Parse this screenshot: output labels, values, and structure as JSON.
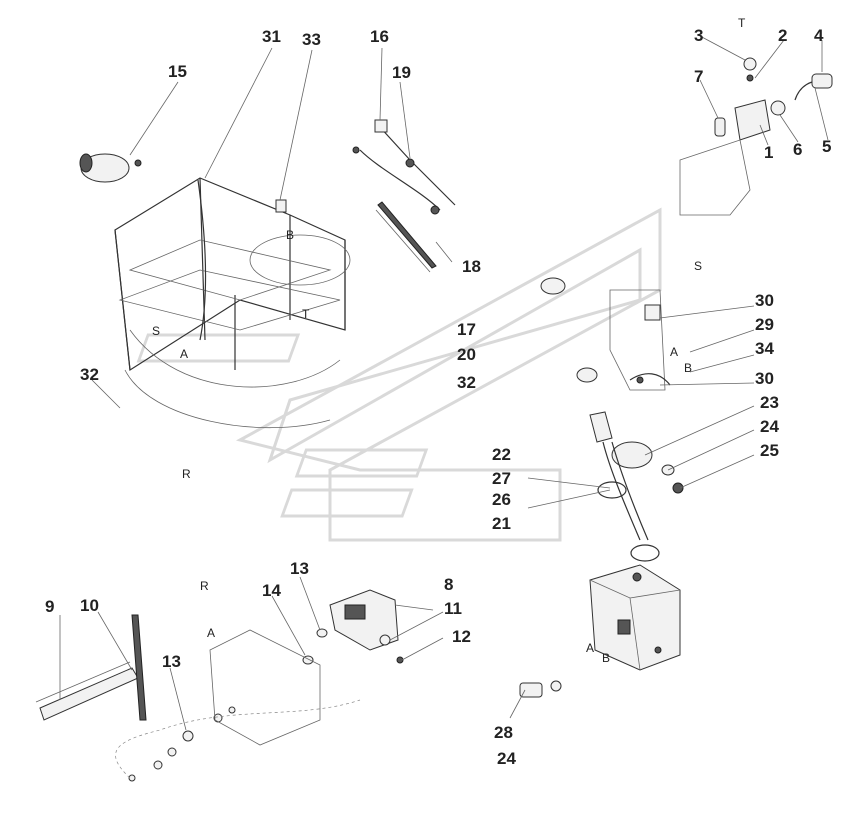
{
  "callouts": {
    "c1": "1",
    "c2": "2",
    "c3": "3",
    "c4": "4",
    "c5": "5",
    "c6": "6",
    "c7": "7",
    "c8": "8",
    "c9": "9",
    "c10": "10",
    "c11": "11",
    "c12": "12",
    "c13a": "13",
    "c13b": "13",
    "c14": "14",
    "c15": "15",
    "c16": "16",
    "c17": "17",
    "c18": "18",
    "c19": "19",
    "c20": "20",
    "c21": "21",
    "c22": "22",
    "c23": "23",
    "c24a": "24",
    "c24b": "24",
    "c25": "25",
    "c26": "26",
    "c27": "27",
    "c28": "28",
    "c29": "29",
    "c30a": "30",
    "c30b": "30",
    "c31": "31",
    "c32a": "32",
    "c32b": "32",
    "c33": "33",
    "c34": "34"
  },
  "view_letters": {
    "t_top": "T",
    "t_cab": "T",
    "s_cab": "S",
    "s_right": "S",
    "a_cab": "A",
    "a_right": "A",
    "a_motor": "A",
    "a_tank": "A",
    "b_cab": "B",
    "b_right": "B",
    "b_tank": "B",
    "r_cab": "R",
    "r_motor": "R"
  }
}
